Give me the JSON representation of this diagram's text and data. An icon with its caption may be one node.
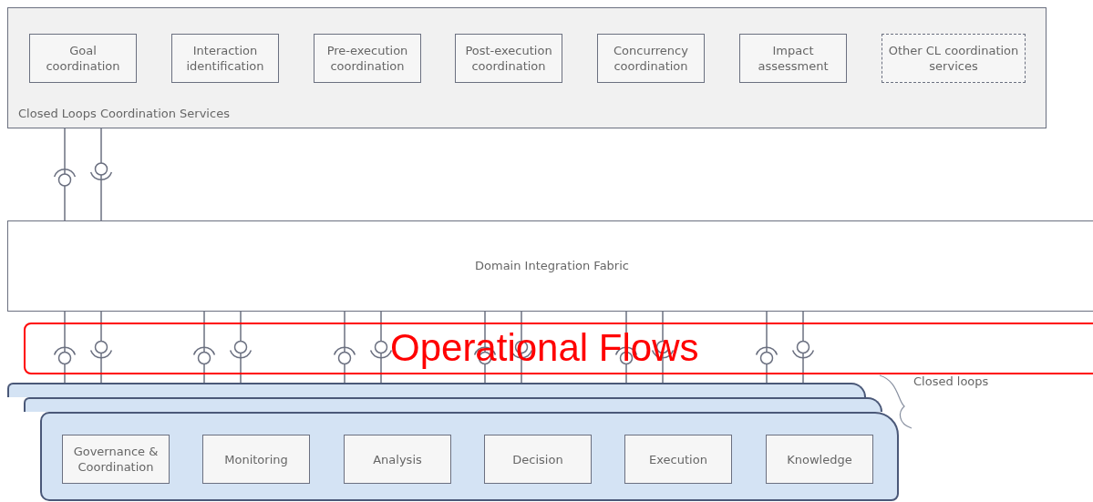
{
  "diagram": {
    "nodes": [
      {
        "text": [
          "Closed Loops Coordination Services"
        ]
      },
      {
        "text": [
          "Goal coordination"
        ],
        "in": 0
      },
      {
        "text": [
          "Interaction identification"
        ],
        "in": 0
      },
      {
        "text": [
          "Pre-execution coordination"
        ],
        "in": 0
      },
      {
        "text": [
          "Post-execution coordination"
        ],
        "in": 0
      },
      {
        "text": [
          "Concurrency coordination"
        ],
        "in": 0
      },
      {
        "text": [
          "Impact assessment"
        ],
        "in": 0
      },
      {
        "text": [
          "Other CL coordination services"
        ],
        "in": 0
      },
      {
        "text": [
          "Domain Integration Fabric"
        ]
      },
      {
        "text": [],
        "shape": "box"
      },
      {
        "text": [],
        "shape": "box"
      },
      {
        "text": [],
        "shape": "box"
      },
      {
        "text": [
          "Governance & Coordination"
        ],
        "in": 11
      },
      {
        "text": [
          "Monitoring"
        ],
        "in": 11
      },
      {
        "text": [
          "Analysis"
        ],
        "in": 11
      },
      {
        "text": [
          "Decision"
        ],
        "in": 11
      },
      {
        "text": [
          "Execution"
        ],
        "in": 11
      },
      {
        "text": [
          "Knowledge"
        ],
        "in": 11
      }
    ],
    "edges": [
      {
        "from": 0,
        "to": 8,
        "arrow": "none"
      },
      {
        "from": 0,
        "to": 8,
        "arrow": "none"
      },
      {
        "from": 8,
        "to": 9,
        "arrow": "none"
      },
      {
        "from": 8,
        "to": 9,
        "arrow": "none"
      },
      {
        "from": 8,
        "to": 9,
        "arrow": "none"
      },
      {
        "from": 8,
        "to": 9,
        "arrow": "none"
      },
      {
        "from": 8,
        "to": 9,
        "arrow": "none"
      },
      {
        "from": 8,
        "to": 9,
        "arrow": "none"
      },
      {
        "from": 8,
        "to": 9,
        "arrow": "none"
      },
      {
        "from": 8,
        "to": 9,
        "arrow": "none"
      },
      {
        "from": 8,
        "to": 9,
        "arrow": "none"
      },
      {
        "from": 8,
        "to": 9,
        "arrow": "none"
      },
      {
        "from": 8,
        "to": 9,
        "arrow": "none"
      },
      {
        "from": 8,
        "to": 9,
        "arrow": "none"
      }
    ],
    "labels": [
      "Operational Flows",
      "Closed loops"
    ]
  }
}
